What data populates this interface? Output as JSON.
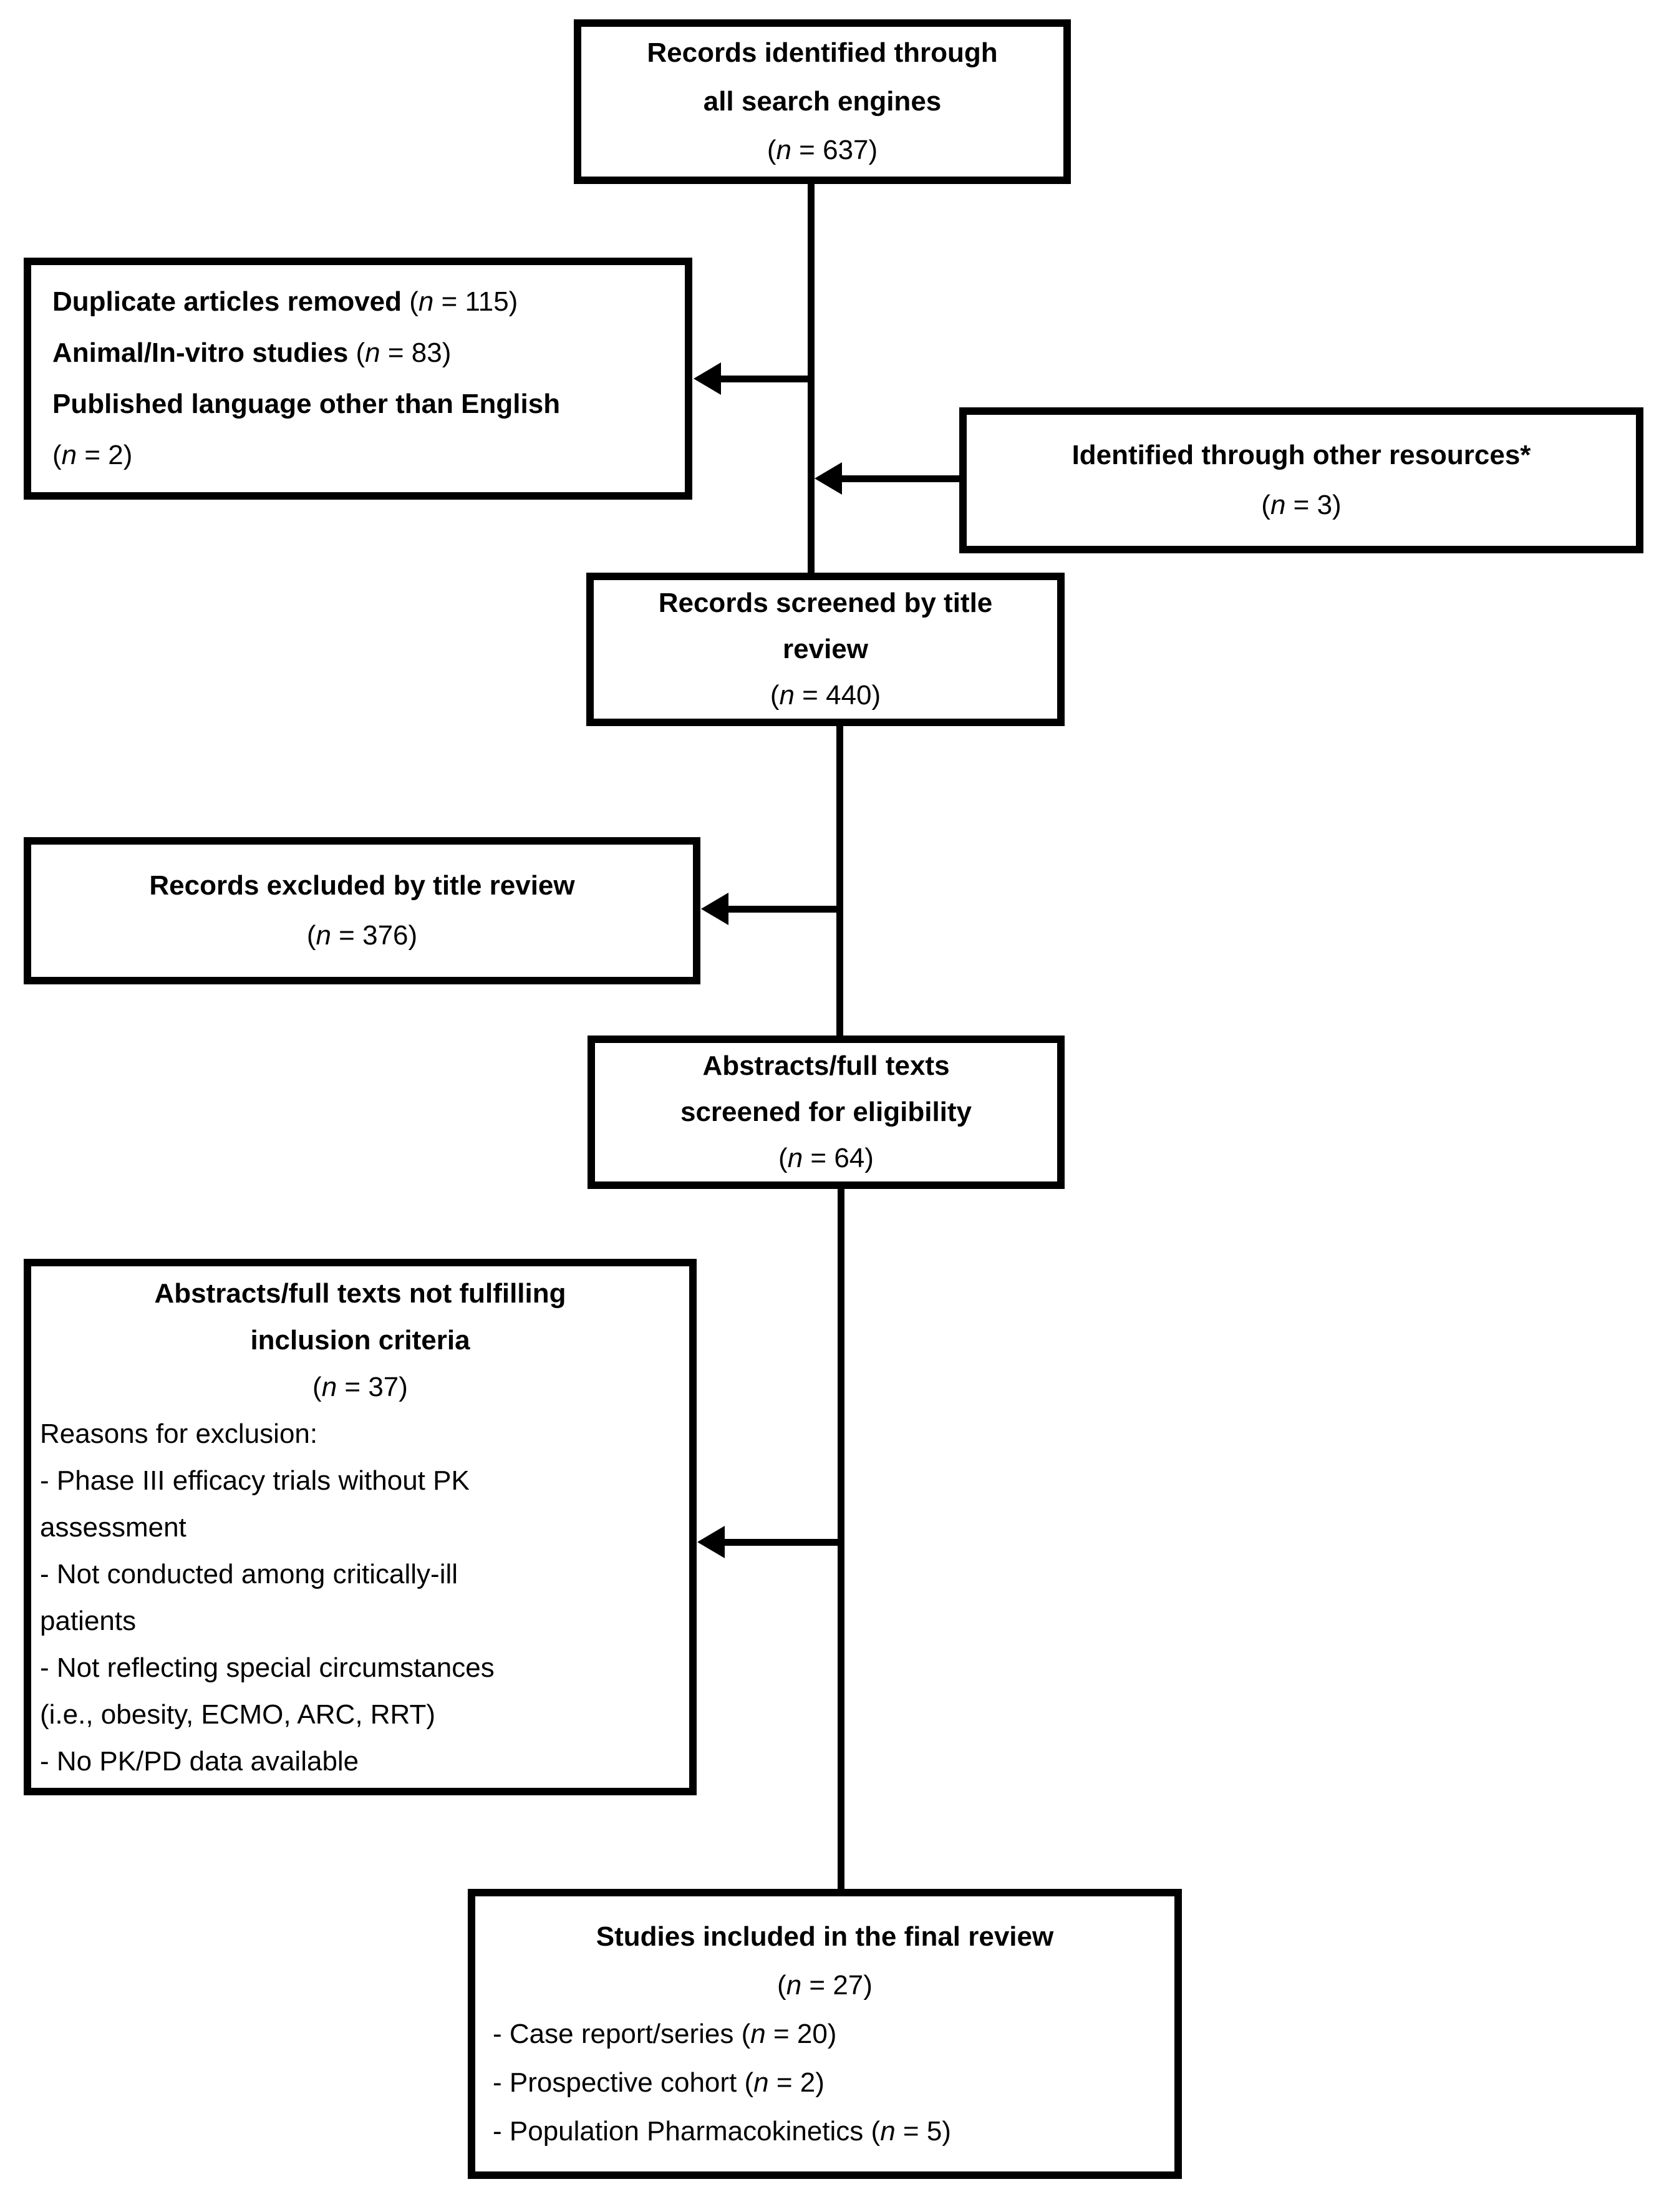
{
  "page": {
    "background": "#ffffff",
    "ink": "#000000"
  },
  "flowchart": {
    "identified": {
      "line1": "Records identified through",
      "line2": "all search engines",
      "n": "(n = 637)"
    },
    "duplicates": {
      "row1_label": "Duplicate articles removed ",
      "row1_n": "(n = 115)",
      "row2_label": "Animal/In-vitro studies ",
      "row2_n": "(n = 83)",
      "row3_label": "Published language other than English",
      "row4_n": "(n = 2)"
    },
    "other_resources": {
      "line1": "Identified through other resources*",
      "n": "(n = 3)"
    },
    "screened_title": {
      "line1": "Records screened by title",
      "line2": "review",
      "n": "(n = 440)"
    },
    "excluded_title": {
      "line1": "Records excluded by title review",
      "n": "(n = 376)"
    },
    "abstracts_screened": {
      "line1": "Abstracts/full texts",
      "line2": "screened for eligibility",
      "n": "(n = 64)"
    },
    "not_fulfilling": {
      "line1": "Abstracts/full texts not fulfilling",
      "line2": "inclusion criteria",
      "n": "(n = 37)",
      "reasons_heading": "Reasons for exclusion:",
      "reason_lines": [
        "- Phase III efficacy trials without PK",
        "assessment",
        "- Not conducted among critically-ill",
        "patients",
        "- Not reflecting special circumstances",
        "(i.e., obesity, ECMO, ARC, RRT)",
        "- No PK/PD data available"
      ]
    },
    "included": {
      "line1": "Studies included in the final review",
      "n": "(n = 27)",
      "items": [
        "- Case report/series (n = 20)",
        "- Prospective cohort (n = 2)",
        "- Population Pharmacokinetics (n = 5)"
      ]
    }
  }
}
